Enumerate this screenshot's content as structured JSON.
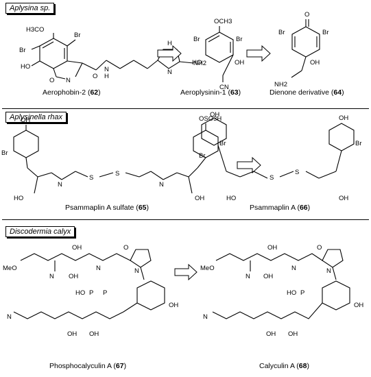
{
  "sections": [
    {
      "label": "Aplysina sp."
    },
    {
      "label": "Aplysinella rhax"
    },
    {
      "label": "Discodermia calyx"
    }
  ],
  "compounds": {
    "c62": {
      "name": "Aerophobin-2 (",
      "num": "62",
      "close": ")"
    },
    "c63": {
      "name": "Aeroplysinin-1 (",
      "num": "63",
      "close": ")"
    },
    "c64": {
      "name": "Dienone derivative (",
      "num": "64",
      "close": ")"
    },
    "c65": {
      "name": "Psammaplin A sulfate (",
      "num": "65",
      "close": ")"
    },
    "c66": {
      "name": "Psammaplin A (",
      "num": "66",
      "close": ")"
    },
    "c67": {
      "name": "Phosphocalyculin A (",
      "num": "67",
      "close": ")"
    },
    "c68": {
      "name": "Calyculin A (",
      "num": "68",
      "close": ")"
    }
  },
  "atoms": {
    "h3co": "H3CO",
    "br": "Br",
    "ho": "HO",
    "oh": "OH",
    "n": "N",
    "o": "O",
    "h": "H",
    "nh2": "NH2",
    "hn": "HN",
    "cn": "CN",
    "och3": "OCH3",
    "s": "S",
    "oso3h": "OSO3H",
    "hon": "HO",
    "meo": "MeO",
    "p": "P",
    "nc": "N"
  }
}
